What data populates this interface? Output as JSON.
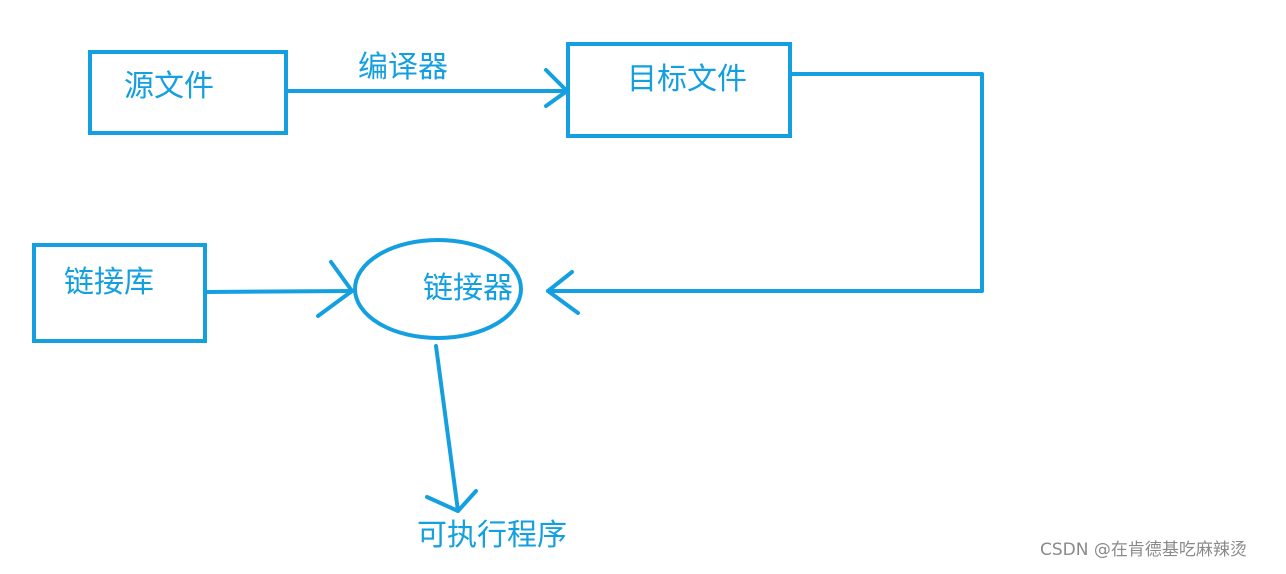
{
  "diagram": {
    "nodes": {
      "source_file": "源文件",
      "compiler": "编译器",
      "object_file": "目标文件",
      "link_library": "链接库",
      "linker": "链接器",
      "executable": "可执行程序"
    },
    "edges": [
      {
        "from": "source_file",
        "to": "object_file",
        "label": "compiler"
      },
      {
        "from": "object_file",
        "to": "linker"
      },
      {
        "from": "link_library",
        "to": "linker"
      },
      {
        "from": "linker",
        "to": "executable"
      }
    ]
  },
  "watermark": "CSDN @在肯德基吃麻辣烫",
  "colors": {
    "accent": "#14a0e0",
    "watermark": "#8a8a8a",
    "background": "#ffffff"
  }
}
